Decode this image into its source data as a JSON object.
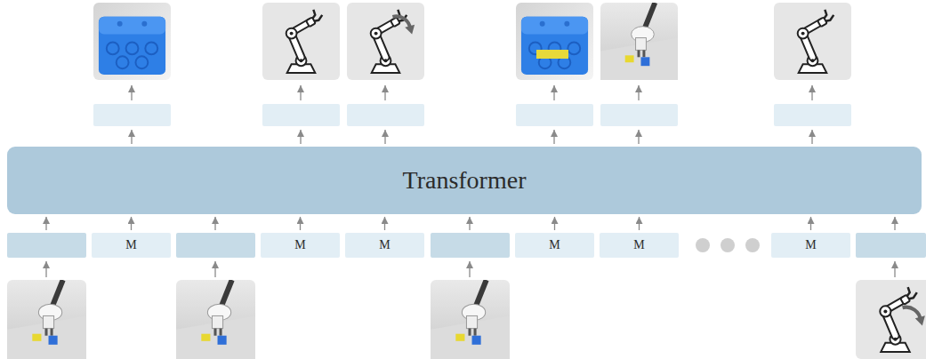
{
  "diagram": {
    "nodes": [
      {
        "text": [
          "Transformer"
        ]
      },
      {
        "text": [
          "M"
        ]
      },
      {
        "text": [
          "M"
        ]
      },
      {
        "text": [
          "M"
        ]
      },
      {
        "text": [
          "M"
        ]
      },
      {
        "text": [
          "M"
        ]
      },
      {
        "text": [
          "M"
        ]
      }
    ],
    "edges": [
      {
        "from": 1,
        "to": 0,
        "arrow": "to"
      },
      {
        "from": 2,
        "to": 0,
        "arrow": "to"
      },
      {
        "from": 3,
        "to": 0,
        "arrow": "to"
      },
      {
        "from": 4,
        "to": 0,
        "arrow": "to"
      },
      {
        "from": 5,
        "to": 0,
        "arrow": "to"
      },
      {
        "from": 6,
        "to": 0,
        "arrow": "to"
      }
    ]
  }
}
